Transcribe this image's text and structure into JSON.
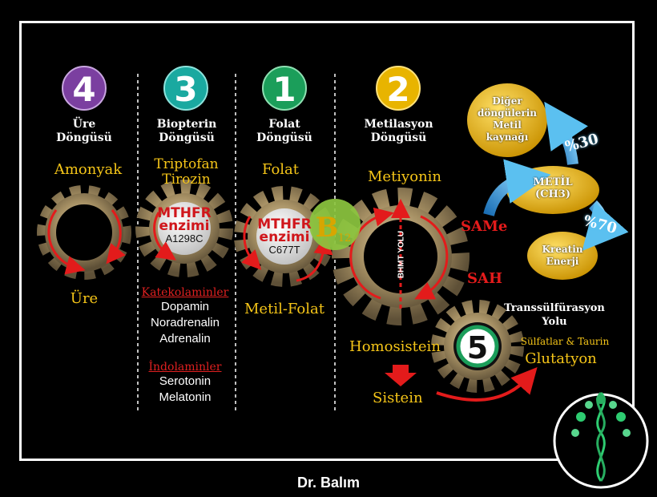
{
  "cycles": {
    "ure": {
      "number": "4",
      "title_line1": "Üre",
      "title_line2": "Döngüsü",
      "top_label": "Amonyak",
      "bottom_label": "Üre",
      "color": "#7b3fa0"
    },
    "biopterin": {
      "number": "3",
      "title_line1": "Biopterin",
      "title_line2": "Döngüsü",
      "top_label_1": "Triptofan",
      "top_label_2": "Tirozin",
      "enzyme_line1": "MTHFR",
      "enzyme_line2": "enzimi",
      "enzyme_code": "A1298C",
      "color": "#1aa9a0"
    },
    "folat": {
      "number": "1",
      "title_line1": "Folat",
      "title_line2": "Döngüsü",
      "top_label": "Folat",
      "bottom_label": "Metil-Folat",
      "enzyme_line1": "MTHFR",
      "enzyme_line2": "enzimi",
      "enzyme_code": "C677T",
      "b12_letter": "B",
      "b12_sub": "12",
      "color": "#1b9e5a"
    },
    "metilasyon": {
      "number": "2",
      "title_line1": "Metilasyon",
      "title_line2": "Döngüsü",
      "top_label": "Metiyonin",
      "vertical_label": "BHMT YOLU",
      "bottom_label": "Homosistein",
      "same": "SAMe",
      "sah": "SAH",
      "color": "#e8b400"
    },
    "transsulfurasyon": {
      "number": "5",
      "title_line1": "Transsülfürasyon",
      "title_line2": "Yolu",
      "sub_label": "Sülfatlar & Taurin",
      "product": "Glutatyon",
      "color": "#1b9e5a"
    }
  },
  "neurotransmitters": {
    "katekolaminler": {
      "heading": "Katekolaminler",
      "items": [
        "Dopamin",
        "Noradrenalin",
        "Adrenalin"
      ]
    },
    "indolaminler": {
      "heading": "İndolaminler",
      "items": [
        "Serotonin",
        "Melatonin"
      ]
    }
  },
  "sistein": "Sistein",
  "methyl": {
    "other_line1": "Diğer",
    "other_line2": "döngülerin",
    "other_line3": "Metil",
    "other_line4": "kaynağı",
    "center_line1": "METİL",
    "center_line2": "(CH3)",
    "kreatin_line1": "Kreatin",
    "kreatin_line2": "Enerji",
    "pct30": "%30",
    "pct70": "%70"
  },
  "footer": "Dr. Balım",
  "logo_icon": "dna-tree-icon"
}
